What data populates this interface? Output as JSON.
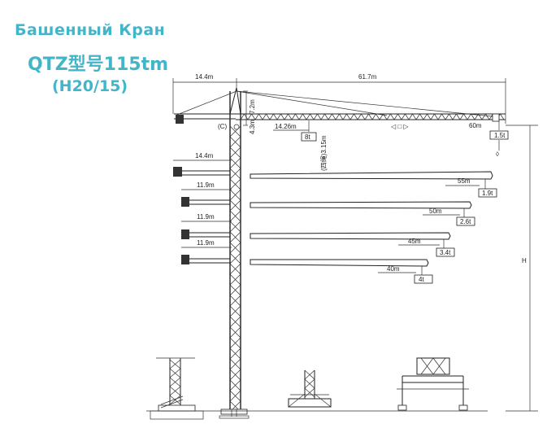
{
  "header": {
    "title_ru": "Башенный Кран",
    "model": "QTZ型号115tm",
    "code": "(H20/15)"
  },
  "dims": {
    "counter_jib": "14.4m",
    "main_jib": "61.7m",
    "counter_jib_2": "14.4m",
    "counter_jib_3": "11.9m",
    "counter_jib_4": "11.9m",
    "counter_jib_5": "11.9m",
    "tower_head": "7.2m",
    "upper_section": "4.3m",
    "trolley_reach": "14.26m",
    "mast_label": "(四绳)3.15m",
    "height": "H"
  },
  "configs": [
    {
      "radius": "60m",
      "load": "1.5t"
    },
    {
      "radius": "55m",
      "load": "1.9t"
    },
    {
      "radius": "50m",
      "load": "2.6t"
    },
    {
      "radius": "45m",
      "load": "3.4t"
    },
    {
      "radius": "40m",
      "load": "4t"
    }
  ],
  "inner_load": "8t",
  "colors": {
    "title": "#43b5c9",
    "lines": "#222222"
  }
}
